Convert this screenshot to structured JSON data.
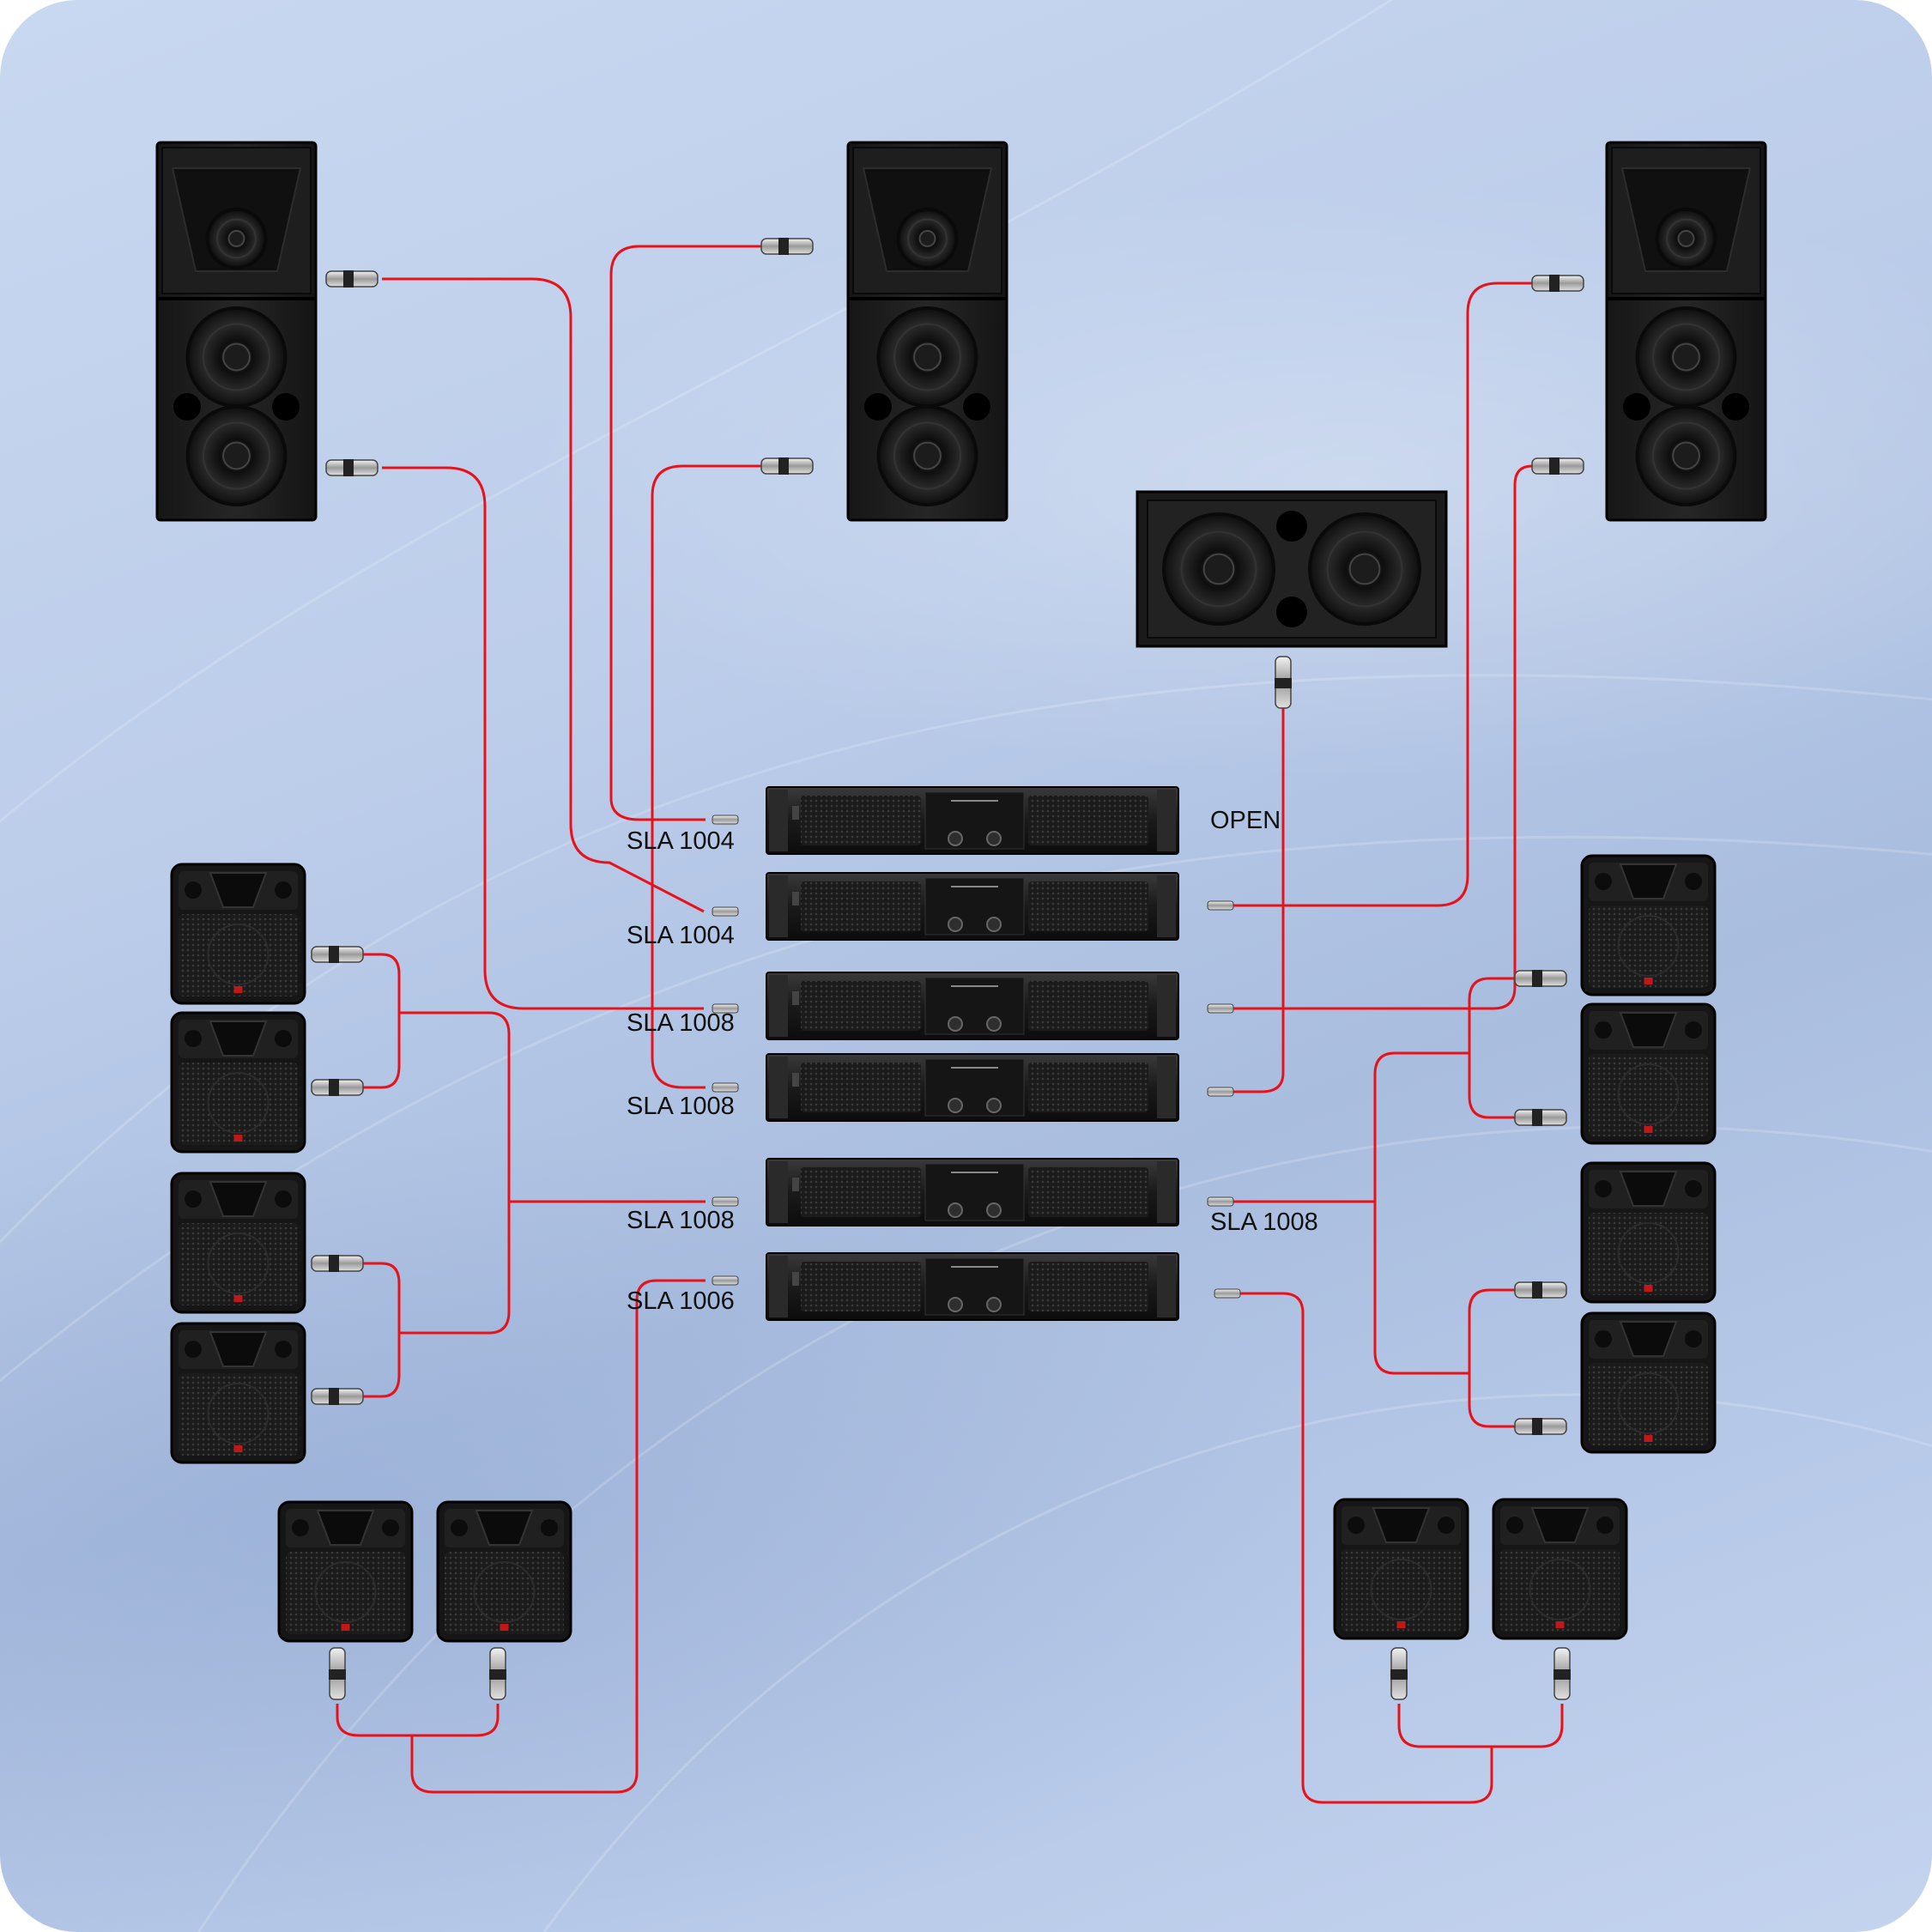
{
  "diagram": {
    "cable_color": "#e8121b",
    "amplifiers": [
      {
        "left_label": "SLA 1004",
        "right_label": "OPEN"
      },
      {
        "left_label": "SLA 1004",
        "right_label": ""
      },
      {
        "left_label": "SLA 1008",
        "right_label": ""
      },
      {
        "left_label": "SLA 1008",
        "right_label": ""
      },
      {
        "left_label": "SLA 1008",
        "right_label": "SLA 1008"
      },
      {
        "left_label": "SLA 1006",
        "right_label": ""
      }
    ],
    "icons": {
      "main_speaker": "three-way-cabinet-speaker-icon",
      "subwoofer": "dual-subwoofer-icon",
      "monitor": "monitor-speaker-icon",
      "amplifier": "rack-amplifier-icon",
      "connector": "xlr-connector-icon"
    }
  }
}
